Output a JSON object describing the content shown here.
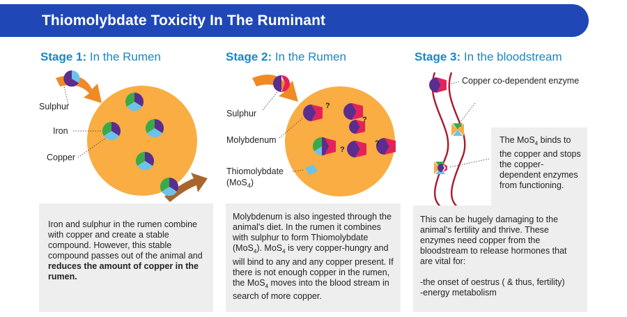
{
  "header": {
    "title": "Thiomolybdate Toxicity In The Ruminant"
  },
  "stage1": {
    "title_strong": "Stage 1:",
    "title_rest": " In the Rumen",
    "labels": {
      "sulphur": "Sulphur",
      "iron": "Iron",
      "copper": "Copper"
    },
    "description": "Iron and sulphur in the rumen combine with copper and create a stable compound. However, this stable compound passes out of the animal and ",
    "description_bold": "reduces the amount of copper in the rumen."
  },
  "stage2": {
    "title_strong": "Stage 2:",
    "title_rest": " In the Rumen",
    "labels": {
      "sulphur": "Sulphur",
      "molybdenum": "Molybdenum",
      "thiomolybdate": "Thiomolybdate",
      "mos4_open": "(MoS",
      "mos4_sub": "4",
      "mos4_close": ")"
    },
    "description_a": "Molybdenum is also ingested through the animal's diet. In the rumen it combines with sulphur to form Thiomolybdate (MoS",
    "description_b": "). MoS",
    "description_c": " is very copper-hungry and will bind to any and any copper present. If there is not enough copper in the rumen, the MoS",
    "description_d": " moves into the blood stream in search of more copper.",
    "sub4": "4",
    "question_mark": "?"
  },
  "stage3": {
    "title_strong": "Stage 3:",
    "title_rest": " In the bloodstream",
    "labels": {
      "enzyme": "Copper co-dependent enzyme"
    },
    "note_a": "The MoS",
    "note_sub": "4",
    "note_b": " binds to the copper and stops the copper-dependent enzymes from functioning.",
    "description_1": "This can be hugely damaging to the animal's fertility and thrive. These enzymes need copper from the bloodstream to release hormones that are vital for:",
    "description_2": "-the onset of oestrus ( & thus, fertility)",
    "description_3": "-energy metabolism"
  },
  "colors": {
    "banner": "#1f47b5",
    "stage_title": "#1a86c4",
    "rumen": "#f9ad42",
    "arrow_orange": "#f08a24",
    "arrow_brown": "#a8652d",
    "sulphur_purple": "#5b2d8e",
    "iron_green": "#3aaa49",
    "copper_blue": "#6cc3ea",
    "molybdenum_red": "#e6215a",
    "vessel_red": "#a9182c",
    "box_grey": "#eeeeee"
  }
}
